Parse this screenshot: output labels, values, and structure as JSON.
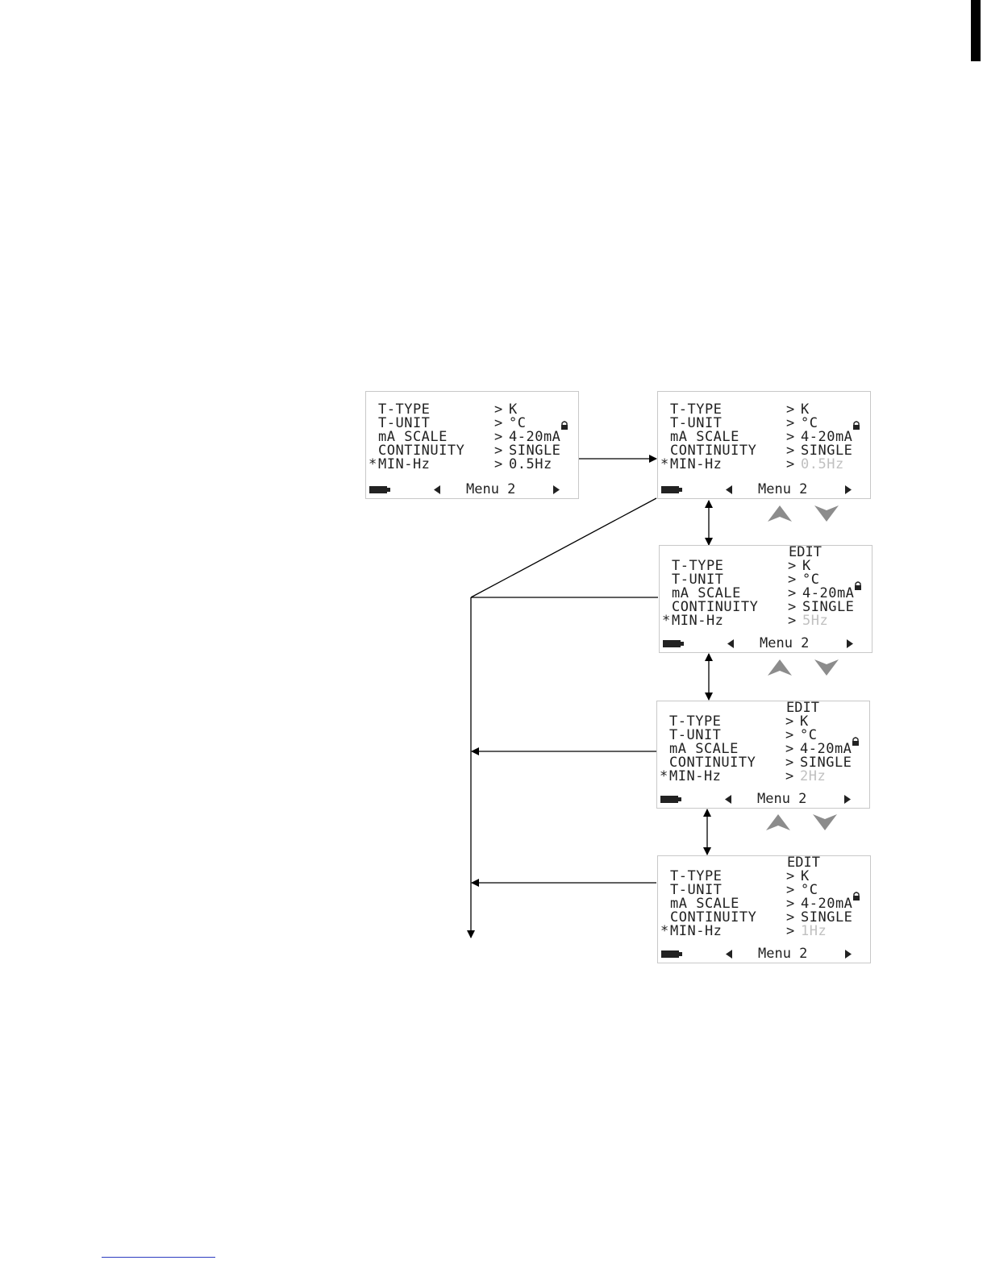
{
  "screens": [
    {
      "edit_label": "",
      "rows": [
        {
          "marker": " ",
          "label": "T-TYPE",
          "sep": ">",
          "value": "K",
          "dim": false
        },
        {
          "marker": " ",
          "label": "T-UNIT",
          "sep": ">",
          "value": "°C",
          "dim": false
        },
        {
          "marker": " ",
          "label": "mA SCALE",
          "sep": ">",
          "value": "4-20mA",
          "dim": false
        },
        {
          "marker": " ",
          "label": "CONTINUITY",
          "sep": ">",
          "value": "SINGLE",
          "dim": false
        },
        {
          "marker": "*",
          "label": "MIN-Hz",
          "sep": ">",
          "value": "0.5Hz",
          "dim": false
        }
      ],
      "menu": "Menu 2"
    },
    {
      "edit_label": "",
      "rows": [
        {
          "marker": " ",
          "label": "T-TYPE",
          "sep": ">",
          "value": "K",
          "dim": false
        },
        {
          "marker": " ",
          "label": "T-UNIT",
          "sep": ">",
          "value": "°C",
          "dim": false
        },
        {
          "marker": " ",
          "label": "mA SCALE",
          "sep": ">",
          "value": "4-20mA",
          "dim": false
        },
        {
          "marker": " ",
          "label": "CONTINUITY",
          "sep": ">",
          "value": "SINGLE",
          "dim": false
        },
        {
          "marker": "*",
          "label": "MIN-Hz",
          "sep": ">",
          "value": "0.5Hz",
          "dim": true
        }
      ],
      "menu": "Menu 2"
    },
    {
      "edit_label": "EDIT",
      "rows": [
        {
          "marker": " ",
          "label": "T-TYPE",
          "sep": ">",
          "value": "K",
          "dim": false
        },
        {
          "marker": " ",
          "label": "T-UNIT",
          "sep": ">",
          "value": "°C",
          "dim": false
        },
        {
          "marker": " ",
          "label": "mA SCALE",
          "sep": ">",
          "value": "4-20mA",
          "dim": false
        },
        {
          "marker": " ",
          "label": "CONTINUITY",
          "sep": ">",
          "value": "SINGLE",
          "dim": false
        },
        {
          "marker": "*",
          "label": "MIN-Hz",
          "sep": ">",
          "value": "5Hz",
          "dim": true
        }
      ],
      "menu": "Menu 2"
    },
    {
      "edit_label": "EDIT",
      "rows": [
        {
          "marker": " ",
          "label": "T-TYPE",
          "sep": ">",
          "value": "K",
          "dim": false
        },
        {
          "marker": " ",
          "label": "T-UNIT",
          "sep": ">",
          "value": "°C",
          "dim": false
        },
        {
          "marker": " ",
          "label": "mA SCALE",
          "sep": ">",
          "value": "4-20mA",
          "dim": false
        },
        {
          "marker": " ",
          "label": "CONTINUITY",
          "sep": ">",
          "value": "SINGLE",
          "dim": false
        },
        {
          "marker": "*",
          "label": "MIN-Hz",
          "sep": ">",
          "value": "2Hz",
          "dim": true
        }
      ],
      "menu": "Menu 2"
    },
    {
      "edit_label": "EDIT",
      "rows": [
        {
          "marker": " ",
          "label": "T-TYPE",
          "sep": ">",
          "value": "K",
          "dim": false
        },
        {
          "marker": " ",
          "label": "T-UNIT",
          "sep": ">",
          "value": "°C",
          "dim": false
        },
        {
          "marker": " ",
          "label": "mA SCALE",
          "sep": ">",
          "value": "4-20mA",
          "dim": false
        },
        {
          "marker": " ",
          "label": "CONTINUITY",
          "sep": ">",
          "value": "SINGLE",
          "dim": false
        },
        {
          "marker": "*",
          "label": "MIN-Hz",
          "sep": ">",
          "value": "1Hz",
          "dim": true
        }
      ],
      "menu": "Menu 2"
    }
  ],
  "icons": {
    "lock": "lock-icon",
    "battery": "battery-icon",
    "left_arrow": "left-arrow-icon",
    "right_arrow": "right-arrow-icon",
    "up_key": "up-arrow-key-icon",
    "down_key": "down-arrow-key-icon"
  },
  "colors": {
    "lcd_text": "#222222",
    "dim_text": "#c0c0c0",
    "key_gray": "#8c8c8c",
    "border": "#c8c8c8"
  }
}
